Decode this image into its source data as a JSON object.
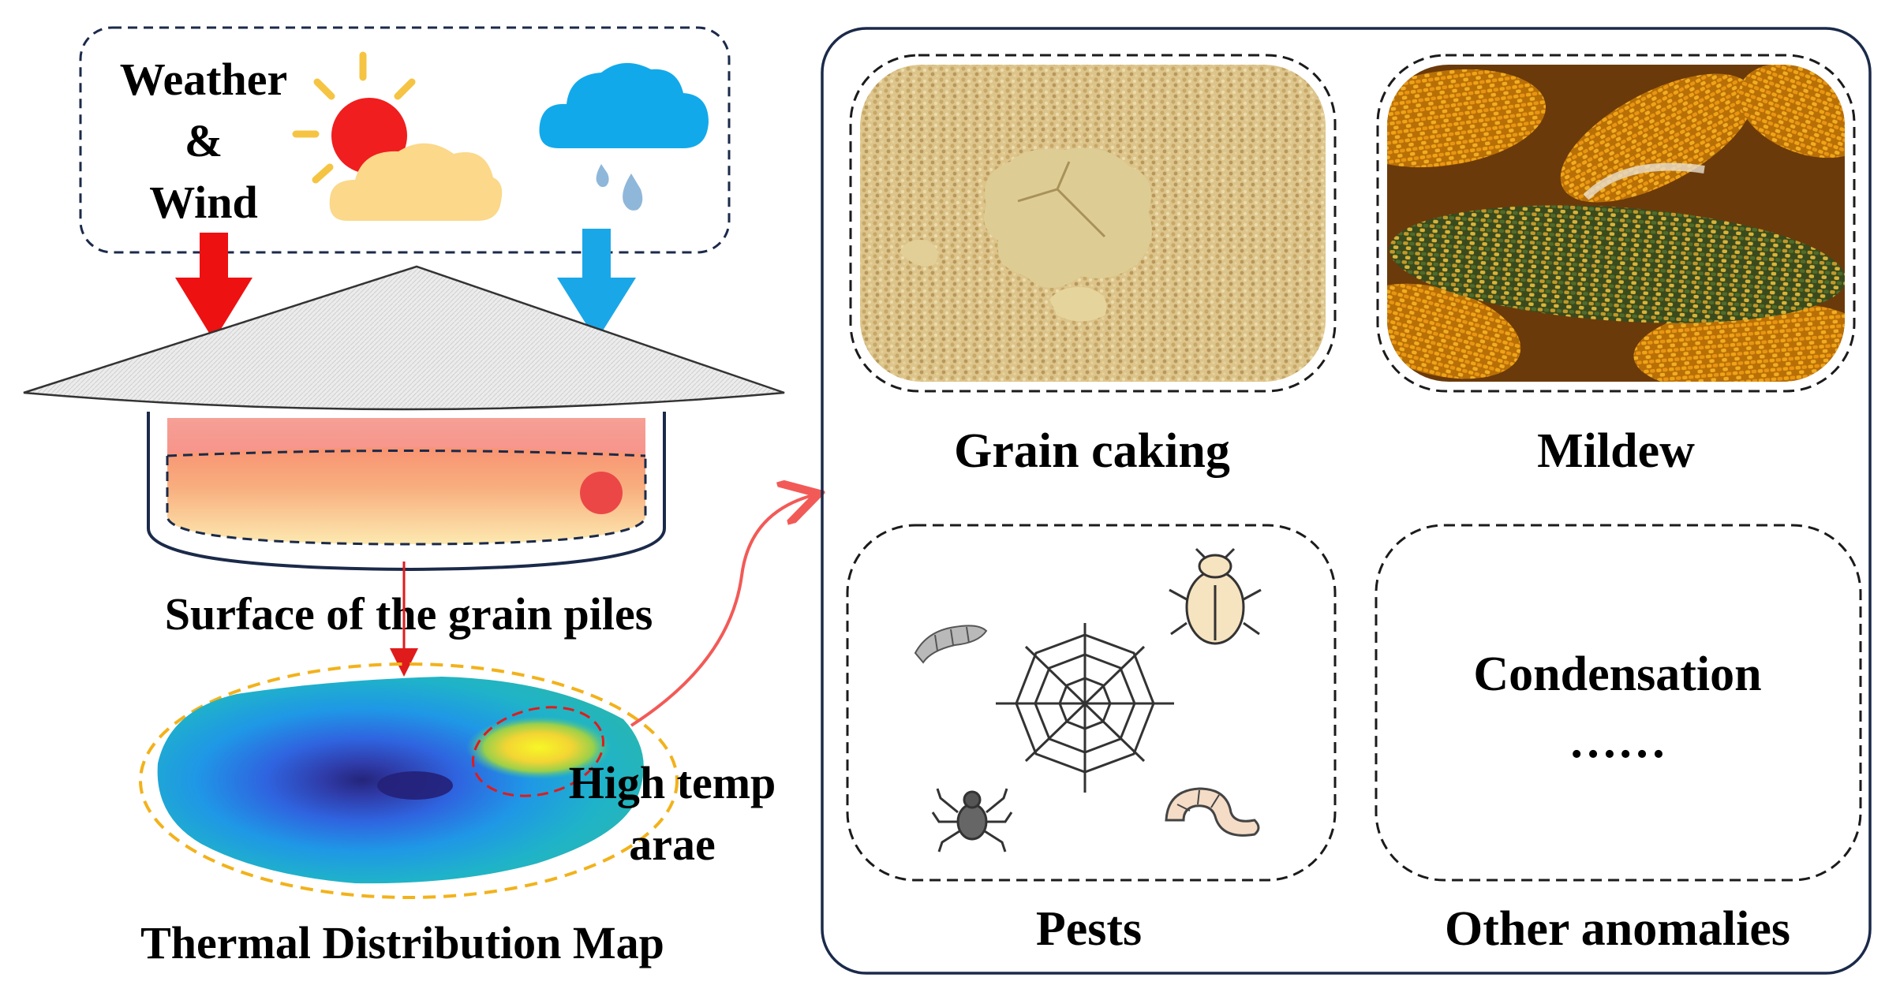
{
  "weather": {
    "label_lines": [
      "Weather",
      "&",
      "Wind"
    ],
    "sun_icon": "sun-behind-cloud-icon",
    "rain_icon": "rain-cloud-icon"
  },
  "pile": {
    "surface_label": "Surface of the grain piles"
  },
  "thermal": {
    "map_label": "Thermal Distribution Map",
    "hotspot_label_lines": [
      "High temp",
      "arae"
    ]
  },
  "anomalies": {
    "items": [
      {
        "label": "Grain caking",
        "icon": "grain-caking-photo"
      },
      {
        "label": "Mildew",
        "icon": "mildew-corn-photo"
      },
      {
        "label": "Pests",
        "icon": "pests-icons"
      },
      {
        "label": "Other anomalies",
        "inner_lines": [
          "Condensation",
          "……"
        ]
      }
    ]
  },
  "colors": {
    "red_arrow": "#ee1111",
    "blue_arrow": "#1aa7e8",
    "curve_arrow": "#f25a57",
    "frame_navy": "#1b2a4a",
    "dashed_yellow": "#f2b21b"
  }
}
